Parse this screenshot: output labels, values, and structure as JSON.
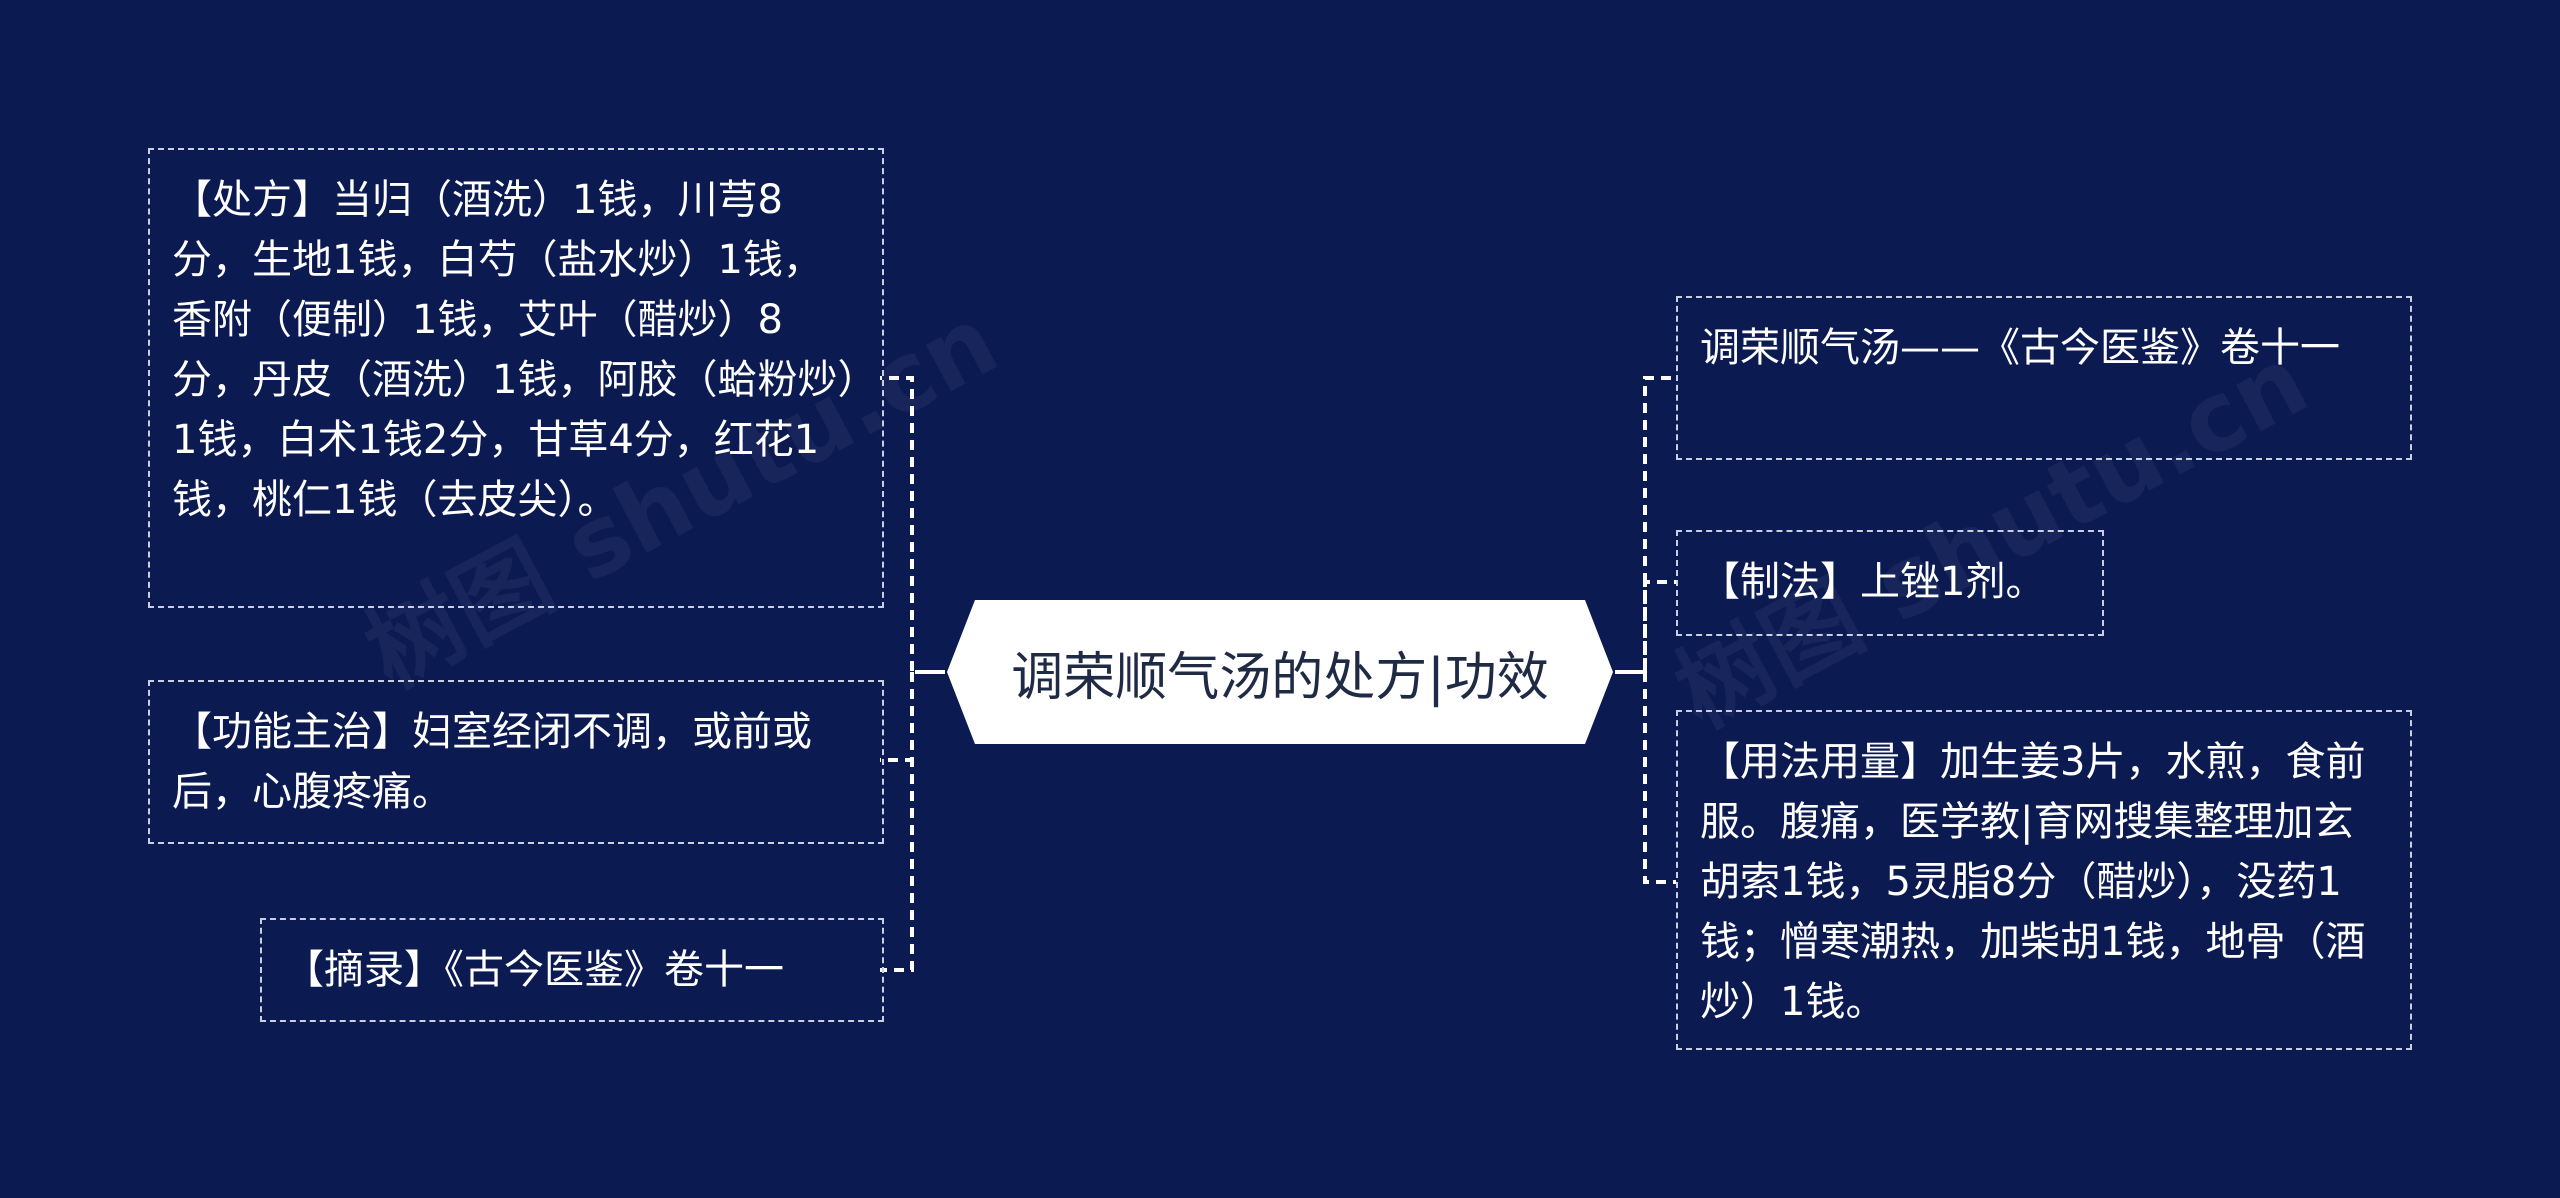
{
  "title": "调荣顺气汤的处方|功效",
  "nodes": {
    "prescription": "【处方】当归（酒洗）1钱，川芎8分，生地1钱，白芍（盐水炒）1钱，香附（便制）1钱，艾叶（醋炒）8分，丹皮（酒洗）1钱，阿胶（蛤粉炒）1钱，白术1钱2分，甘草4分，红花1钱，桃仁1钱（去皮尖）。",
    "function": "【功能主治】妇室经闭不调，或前或后，心腹疼痛。",
    "excerpt": "【摘录】《古今医鉴》卷十一",
    "source": "调荣顺气汤——《古今医鉴》卷十一",
    "preparation": "【制法】上锉1剂。",
    "usage": "【用法用量】加生姜3片，水煎，食前服。腹痛，医学教|育网搜集整理加玄胡索1钱，5灵脂8分（醋炒），没药1钱；憎寒潮热，加柴胡1钱，地骨（酒炒）1钱。"
  },
  "watermarks": [
    "树图 shutu.cn",
    "树图 shutu.cn"
  ],
  "colors": {
    "background": "#0c1a52",
    "center_fill": "#ffffff",
    "center_text": "#1f2a44",
    "leaf_text": "#ffffff",
    "line": "#ffffff",
    "border": "#c9cfe0"
  }
}
